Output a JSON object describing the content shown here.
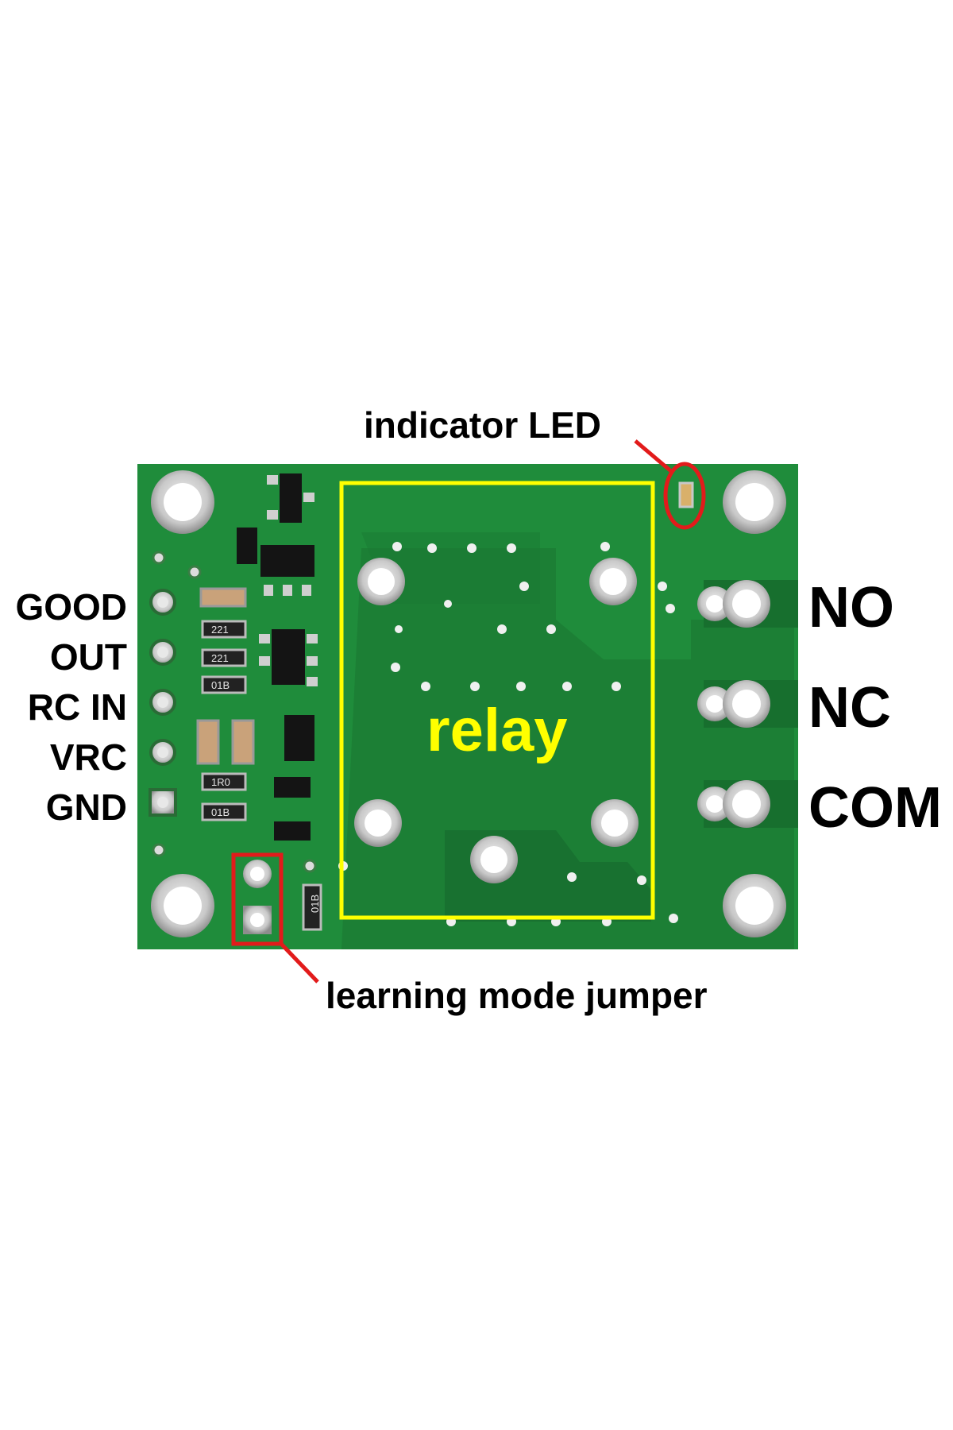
{
  "pin_labels": [
    "GOOD",
    "OUT",
    "RC IN",
    "VRC",
    "GND"
  ],
  "terminal_labels": [
    "NO",
    "NC",
    "COM"
  ],
  "callouts": {
    "indicator_led": "indicator LED",
    "learning_jumper": "learning mode jumper",
    "relay": "relay"
  },
  "component_markings": [
    "221",
    "221",
    "01B",
    "1R0",
    "01B",
    "01B"
  ],
  "colors": {
    "board": "#1e8a3a",
    "board_dark": "#176f2e",
    "silk_outline": "#ffff00",
    "callout_red": "#e21b1b",
    "pad": "#cfcfcf"
  }
}
